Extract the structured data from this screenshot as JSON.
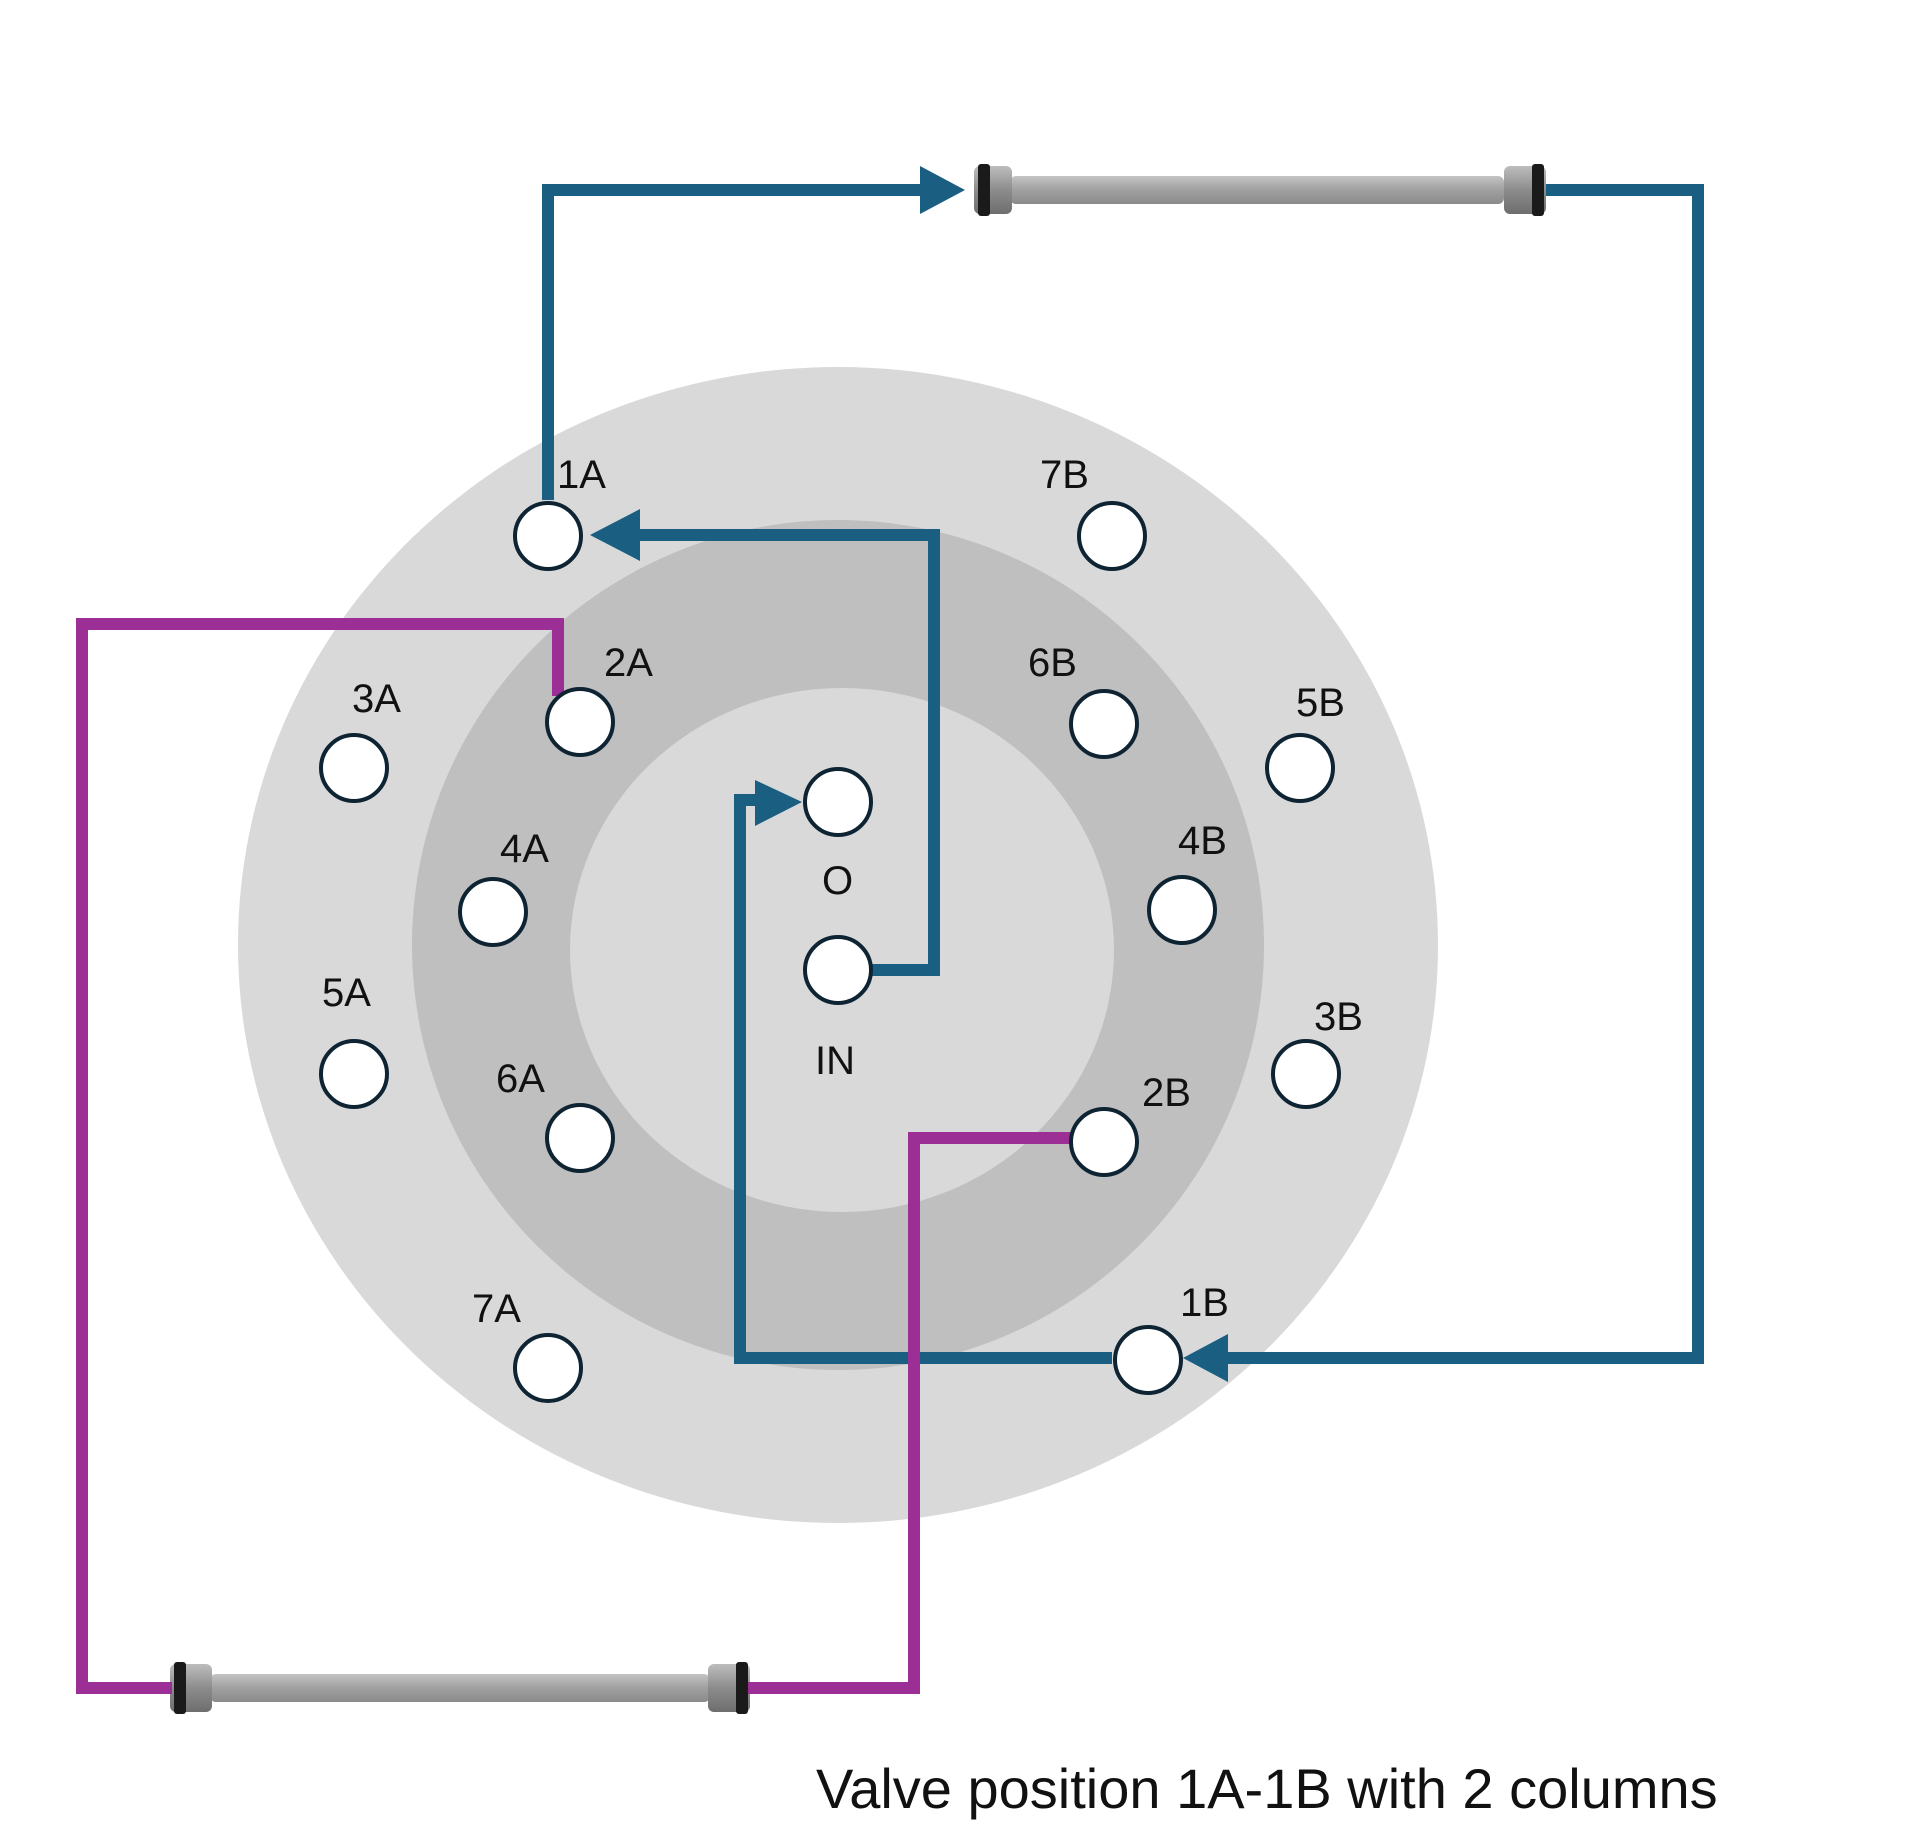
{
  "caption": "Valve position 1A-1B with 2 columns",
  "colors": {
    "path_blue": "#1a5e82",
    "path_purple": "#9b2f96",
    "outer_ring": "#d9d9d9",
    "middle_ring": "#bfbfbf",
    "inner_disc": "#d9d9d9",
    "port_stroke": "#0e2433",
    "column_body": "#a6a6a6",
    "column_cap": "#1a1a1a"
  },
  "ports": {
    "1A": "1A",
    "2A": "2A",
    "3A": "3A",
    "4A": "4A",
    "5A": "5A",
    "6A": "6A",
    "7A": "7A",
    "1B": "1B",
    "2B": "2B",
    "3B": "3B",
    "4B": "4B",
    "5B": "5B",
    "6B": "6B",
    "7B": "7B",
    "O": "O",
    "IN": "IN"
  },
  "columns": [
    "column-top",
    "column-bottom"
  ]
}
